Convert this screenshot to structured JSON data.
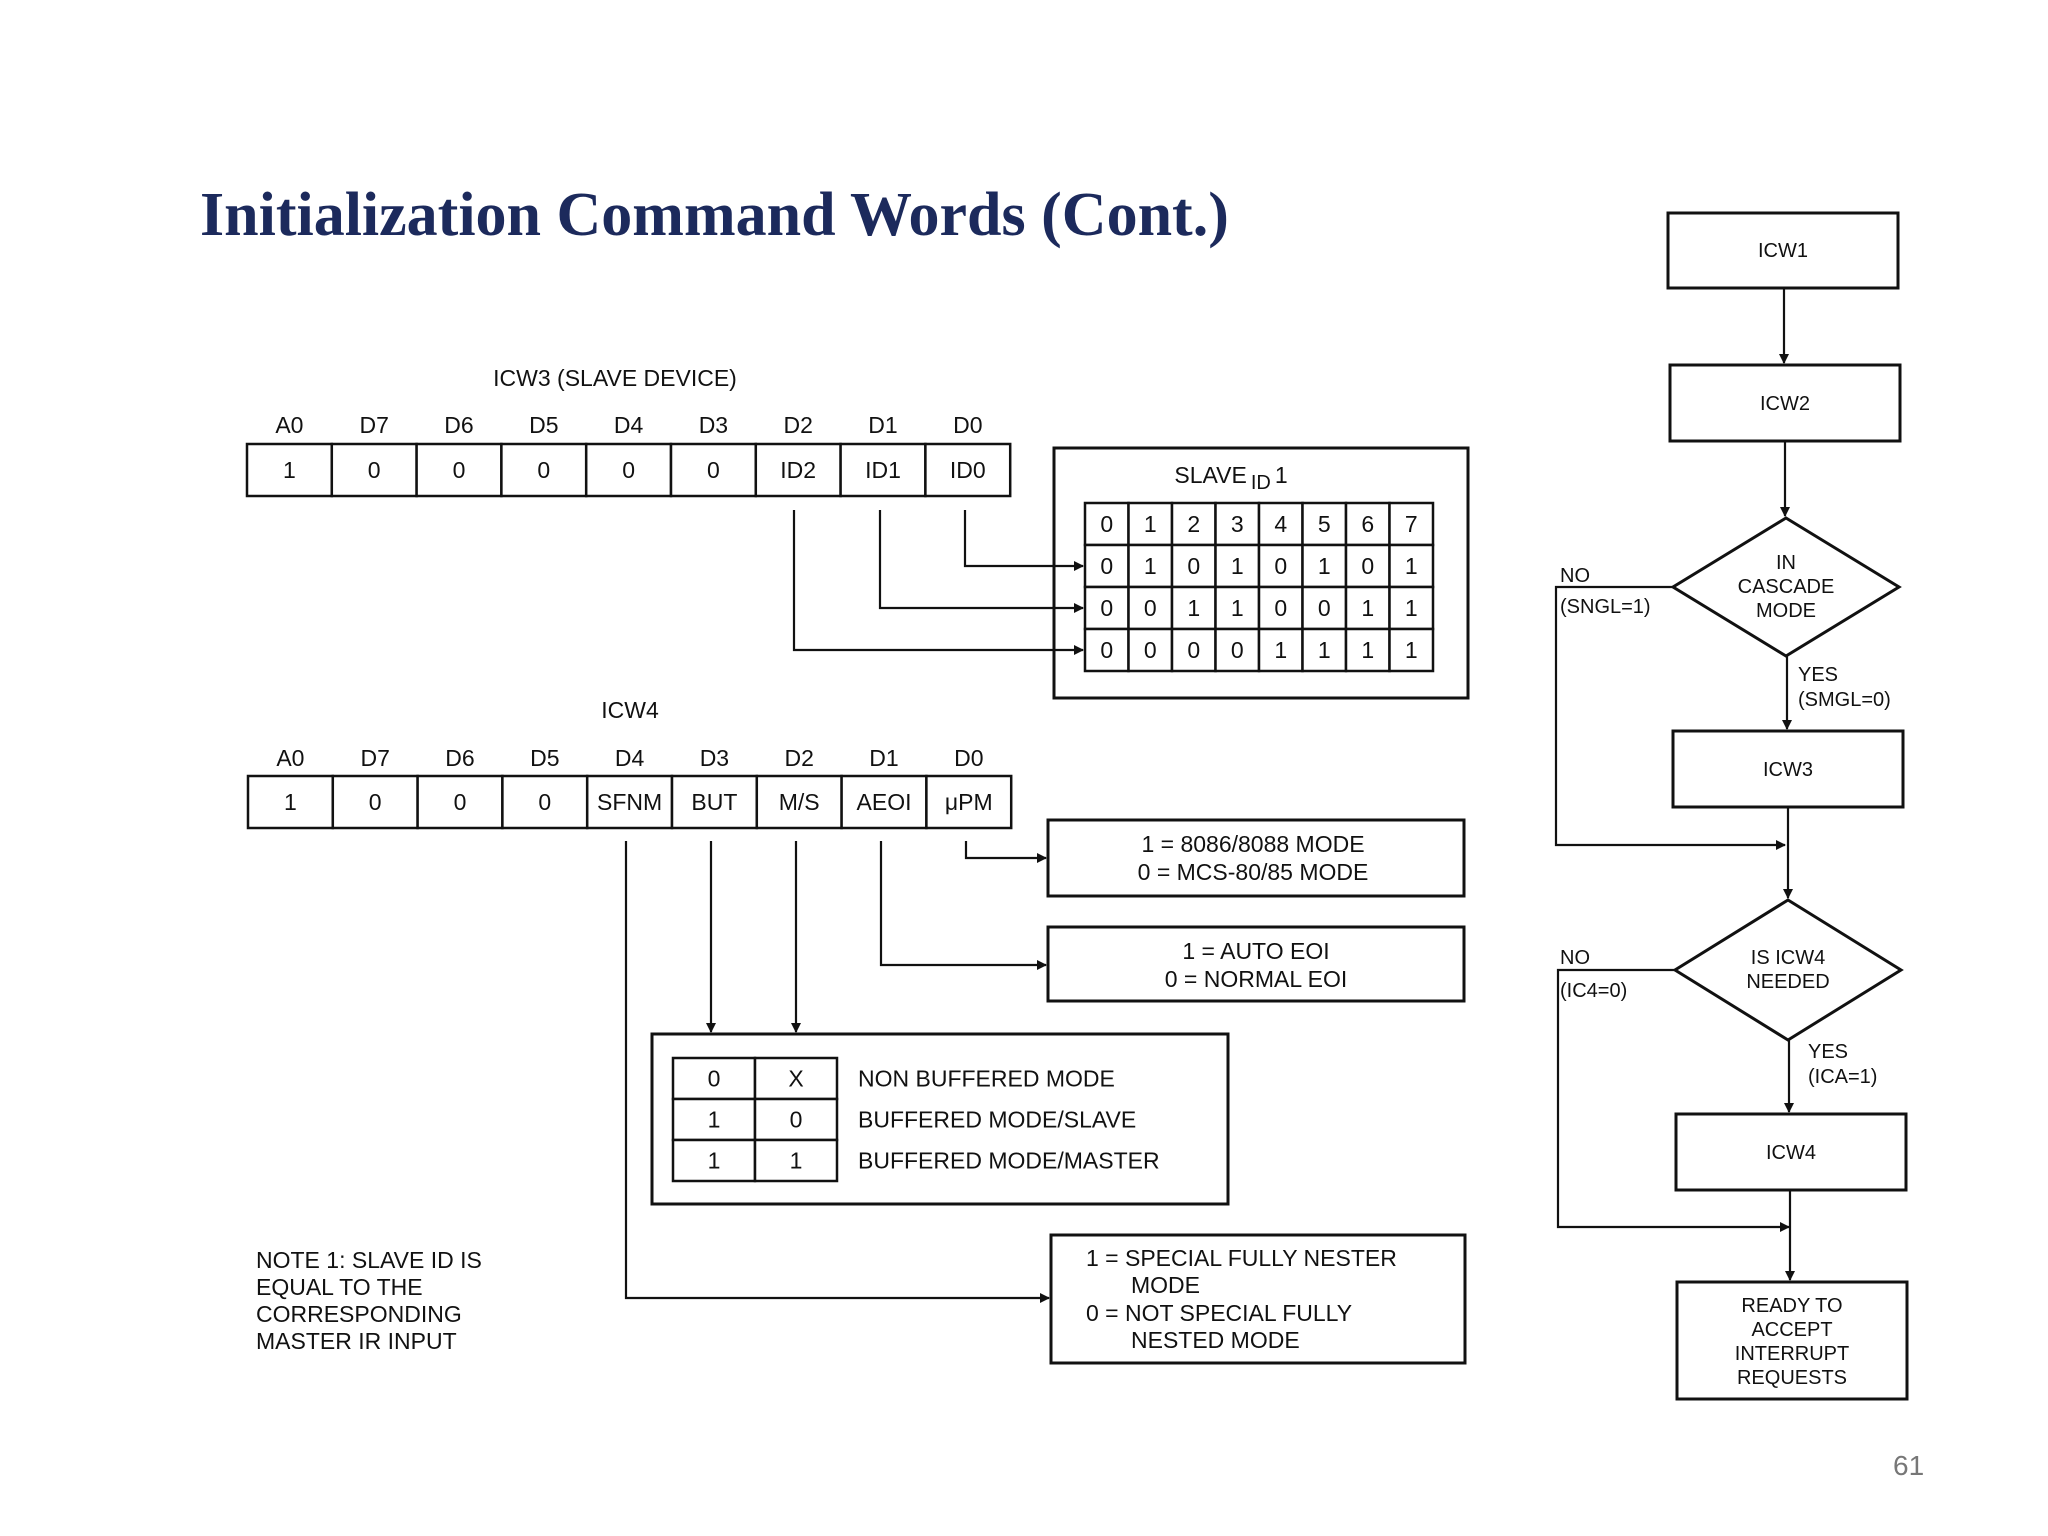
{
  "title": "Initialization Command Words (Cont.)",
  "page_number": "61",
  "icw3": {
    "caption": "ICW3 (SLAVE DEVICE)",
    "headers": [
      "A0",
      "D7",
      "D6",
      "D5",
      "D4",
      "D3",
      "D2",
      "D1",
      "D0"
    ],
    "cells": [
      "1",
      "0",
      "0",
      "0",
      "0",
      "0",
      "ID2",
      "ID1",
      "ID0"
    ]
  },
  "slave_id_box": {
    "title": "SLAVE",
    "title_sub": "ID",
    "title_note": "1",
    "header_row": [
      "0",
      "1",
      "2",
      "3",
      "4",
      "5",
      "6",
      "7"
    ],
    "rows": [
      [
        "0",
        "1",
        "0",
        "1",
        "0",
        "1",
        "0",
        "1"
      ],
      [
        "0",
        "0",
        "1",
        "1",
        "0",
        "0",
        "1",
        "1"
      ],
      [
        "0",
        "0",
        "0",
        "0",
        "1",
        "1",
        "1",
        "1"
      ]
    ]
  },
  "icw4": {
    "caption": "ICW4",
    "headers": [
      "A0",
      "D7",
      "D6",
      "D5",
      "D4",
      "D3",
      "D2",
      "D1",
      "D0"
    ],
    "cells": [
      "1",
      "0",
      "0",
      "0",
      "SFNM",
      "BUT",
      "M/S",
      "AEOI",
      "μPM"
    ]
  },
  "upm_box": [
    "1 = 8086/8088 MODE",
    "0 = MCS-80/85 MODE"
  ],
  "aeoi_box": [
    "1 = AUTO EOI",
    "0 = NORMAL EOI"
  ],
  "buffer_box": {
    "rows": [
      {
        "but": "0",
        "ms": "X",
        "label": "NON BUFFERED MODE"
      },
      {
        "but": "1",
        "ms": "0",
        "label": "BUFFERED MODE/SLAVE"
      },
      {
        "but": "1",
        "ms": "1",
        "label": "BUFFERED MODE/MASTER"
      }
    ]
  },
  "sfnm_box": [
    "1 = SPECIAL FULLY NESTER",
    "MODE",
    "0 = NOT SPECIAL FULLY",
    "NESTED MODE"
  ],
  "note": [
    "NOTE 1: SLAVE ID IS",
    "EQUAL TO THE",
    "CORRESPONDING",
    "MASTER IR INPUT"
  ],
  "flowchart": {
    "icw1": "ICW1",
    "icw2": "ICW2",
    "decision1": [
      "IN",
      "CASCADE",
      "MODE"
    ],
    "decision1_no": [
      "NO",
      "(SNGL=1)"
    ],
    "decision1_yes": [
      "YES",
      "(SMGL=0)"
    ],
    "icw3": "ICW3",
    "decision2": [
      "IS ICW4",
      "NEEDED"
    ],
    "decision2_no": [
      "NO",
      "(IC4=0)"
    ],
    "decision2_yes": [
      "YES",
      "(ICA=1)"
    ],
    "icw4": "ICW4",
    "end": [
      "READY TO",
      "ACCEPT",
      "INTERRUPT",
      "REQUESTS"
    ]
  }
}
